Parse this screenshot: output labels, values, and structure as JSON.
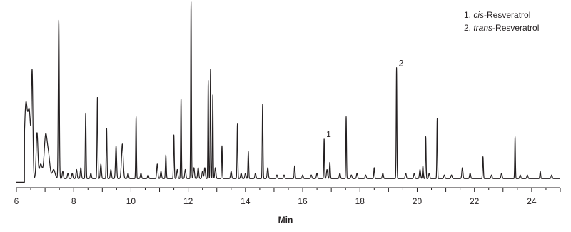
{
  "chart_data": {
    "type": "line",
    "title": "",
    "xlabel": "Min",
    "ylabel": "",
    "xlim": [
      6,
      25
    ],
    "ylim": [
      0,
      1
    ],
    "x_ticks": [
      6,
      8,
      10,
      12,
      14,
      16,
      18,
      20,
      22,
      24
    ],
    "grid": false,
    "line_color": "#231f20",
    "legend_position": "top-right",
    "legend": [
      {
        "number": "1.",
        "name_italic": "cis",
        "name_rest": "-Resveratrol"
      },
      {
        "number": "2.",
        "name_italic": "trans",
        "name_rest": "-Resveratrol"
      }
    ],
    "peak_labels": [
      {
        "text": "1",
        "x": 16.75
      },
      {
        "text": "2",
        "x": 19.28
      }
    ],
    "baseline": 0.05,
    "series": [
      {
        "peaks": [
          [
            6.33,
            0.4,
            0.05
          ],
          [
            6.45,
            0.36,
            0.05
          ],
          [
            6.55,
            0.55,
            0.025
          ],
          [
            6.72,
            0.25,
            0.03
          ],
          [
            6.85,
            0.08,
            0.05
          ],
          [
            7.02,
            0.23,
            0.05
          ],
          [
            7.12,
            0.12,
            0.05
          ],
          [
            7.3,
            0.05,
            0.05
          ],
          [
            7.48,
            0.87,
            0.018
          ],
          [
            7.62,
            0.04,
            0.02
          ],
          [
            7.8,
            0.03,
            0.02
          ],
          [
            7.95,
            0.03,
            0.02
          ],
          [
            8.1,
            0.05,
            0.02
          ],
          [
            8.25,
            0.06,
            0.02
          ],
          [
            8.42,
            0.36,
            0.014
          ],
          [
            8.6,
            0.03,
            0.02
          ],
          [
            8.83,
            0.45,
            0.014
          ],
          [
            8.95,
            0.08,
            0.02
          ],
          [
            9.15,
            0.28,
            0.014
          ],
          [
            9.3,
            0.05,
            0.02
          ],
          [
            9.48,
            0.18,
            0.02
          ],
          [
            9.7,
            0.19,
            0.03
          ],
          [
            9.9,
            0.03,
            0.02
          ],
          [
            10.18,
            0.34,
            0.013
          ],
          [
            10.35,
            0.03,
            0.02
          ],
          [
            10.6,
            0.02,
            0.02
          ],
          [
            10.92,
            0.08,
            0.02
          ],
          [
            11.05,
            0.04,
            0.02
          ],
          [
            11.22,
            0.13,
            0.015
          ],
          [
            11.5,
            0.24,
            0.014
          ],
          [
            11.62,
            0.05,
            0.02
          ],
          [
            11.75,
            0.44,
            0.013
          ],
          [
            11.9,
            0.05,
            0.02
          ],
          [
            12.1,
            0.97,
            0.013
          ],
          [
            12.2,
            0.06,
            0.02
          ],
          [
            12.35,
            0.06,
            0.02
          ],
          [
            12.5,
            0.04,
            0.02
          ],
          [
            12.58,
            0.06,
            0.02
          ],
          [
            12.7,
            0.54,
            0.012
          ],
          [
            12.78,
            0.6,
            0.012
          ],
          [
            12.86,
            0.46,
            0.012
          ],
          [
            12.95,
            0.06,
            0.02
          ],
          [
            13.18,
            0.18,
            0.013
          ],
          [
            13.5,
            0.04,
            0.02
          ],
          [
            13.72,
            0.3,
            0.013
          ],
          [
            13.85,
            0.03,
            0.02
          ],
          [
            14.0,
            0.03,
            0.02
          ],
          [
            14.1,
            0.15,
            0.014
          ],
          [
            14.35,
            0.03,
            0.02
          ],
          [
            14.6,
            0.41,
            0.013
          ],
          [
            14.78,
            0.06,
            0.02
          ],
          [
            15.1,
            0.02,
            0.02
          ],
          [
            15.35,
            0.02,
            0.02
          ],
          [
            15.72,
            0.07,
            0.015
          ],
          [
            16.0,
            0.02,
            0.02
          ],
          [
            16.3,
            0.02,
            0.02
          ],
          [
            16.5,
            0.03,
            0.02
          ],
          [
            16.75,
            0.22,
            0.012
          ],
          [
            16.85,
            0.05,
            0.02
          ],
          [
            16.95,
            0.09,
            0.015
          ],
          [
            17.3,
            0.03,
            0.02
          ],
          [
            17.52,
            0.34,
            0.012
          ],
          [
            17.7,
            0.02,
            0.02
          ],
          [
            17.9,
            0.03,
            0.02
          ],
          [
            18.2,
            0.02,
            0.02
          ],
          [
            18.5,
            0.06,
            0.015
          ],
          [
            18.8,
            0.03,
            0.02
          ],
          [
            19.28,
            0.61,
            0.012
          ],
          [
            19.6,
            0.03,
            0.02
          ],
          [
            19.9,
            0.03,
            0.02
          ],
          [
            20.1,
            0.05,
            0.02
          ],
          [
            20.2,
            0.07,
            0.015
          ],
          [
            20.3,
            0.23,
            0.012
          ],
          [
            20.42,
            0.03,
            0.02
          ],
          [
            20.7,
            0.33,
            0.012
          ],
          [
            20.95,
            0.02,
            0.02
          ],
          [
            21.2,
            0.02,
            0.02
          ],
          [
            21.58,
            0.06,
            0.02
          ],
          [
            21.85,
            0.03,
            0.02
          ],
          [
            22.3,
            0.12,
            0.014
          ],
          [
            22.6,
            0.02,
            0.02
          ],
          [
            22.95,
            0.03,
            0.02
          ],
          [
            23.42,
            0.23,
            0.012
          ],
          [
            23.6,
            0.02,
            0.02
          ],
          [
            23.85,
            0.02,
            0.02
          ],
          [
            24.3,
            0.04,
            0.015
          ],
          [
            24.7,
            0.02,
            0.02
          ]
        ]
      }
    ]
  }
}
